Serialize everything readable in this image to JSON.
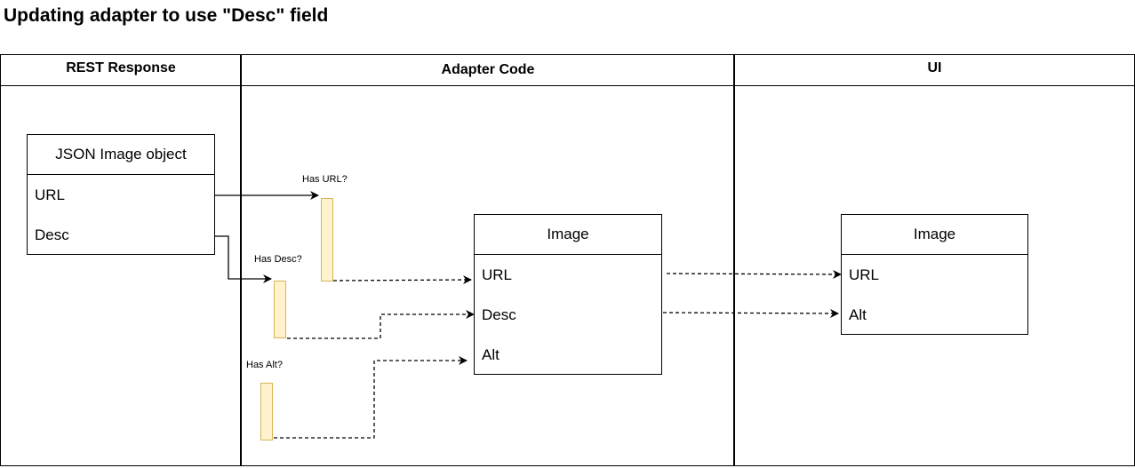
{
  "title": "Updating adapter to use \"Desc\" field",
  "lanes": [
    {
      "label": "REST Response"
    },
    {
      "label": "Adapter Code"
    },
    {
      "label": "UI"
    }
  ],
  "json_image": {
    "title": "JSON Image object",
    "fields": [
      "URL",
      "Desc"
    ]
  },
  "adapter_image": {
    "title": "Image",
    "fields": [
      "URL",
      "Desc",
      "Alt"
    ]
  },
  "ui_image": {
    "title": "Image",
    "fields": [
      "URL",
      "Alt"
    ]
  },
  "checks": {
    "has_url": "Has URL?",
    "has_desc": "Has Desc?",
    "has_alt": "Has Alt?"
  },
  "colors": {
    "check_fill": "#fff2cc",
    "check_stroke": "#d6b656",
    "line": "#000000"
  }
}
